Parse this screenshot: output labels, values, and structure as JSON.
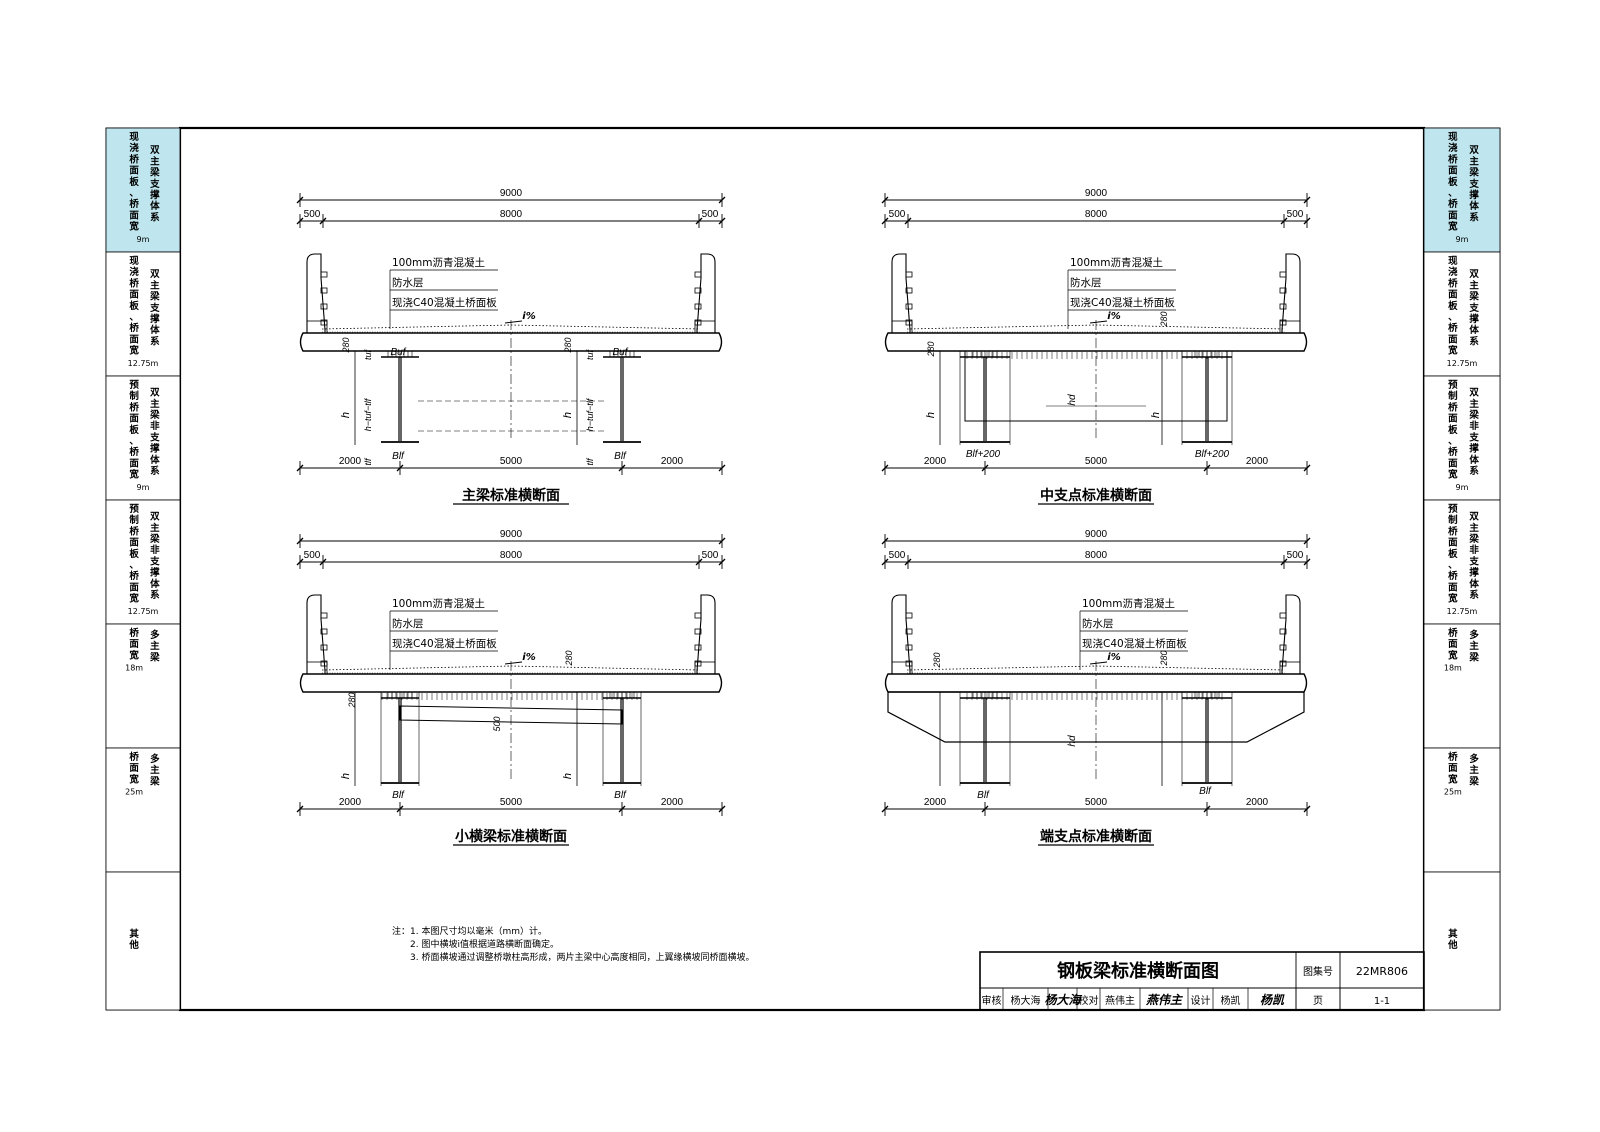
{
  "left_tabs": [
    {
      "main": "现浇桥面板、桥面宽",
      "sub": "双主梁支撑体系",
      "width": "9m",
      "active": true
    },
    {
      "main": "现浇桥面板、桥面宽",
      "sub": "双主梁支撑体系",
      "width": "12.75m",
      "active": false
    },
    {
      "main": "预制桥面板、桥面宽",
      "sub": "双主梁非支撑体系",
      "width": "9m",
      "active": false
    },
    {
      "main": "预制桥面板、桥面宽",
      "sub": "双主梁非支撑体系",
      "width": "12.75m",
      "active": false
    },
    {
      "main": "桥面宽",
      "sub": "多主梁",
      "width": "18m",
      "active": false
    },
    {
      "main": "桥面宽",
      "sub": "多主梁",
      "width": "25m",
      "active": false
    },
    {
      "main": "其他",
      "sub": "",
      "width": "",
      "active": false
    }
  ],
  "sections": [
    {
      "title": "主梁标准横断面",
      "dims_top": {
        "total": "9000",
        "mid": "8000",
        "left": "500",
        "right": "500"
      },
      "dims_bottom": {
        "left": "2000",
        "mid": "5000",
        "right": "2000"
      },
      "layers": [
        "100mm沥青混凝土",
        "防水层",
        "现浇C40混凝土桥面板"
      ],
      "slope": "i%",
      "labels": [
        "280",
        "h",
        "t",
        "uf",
        "h−t",
        "uf",
        "−t",
        "lf",
        "t",
        "lf",
        "B",
        "uf",
        "B",
        "lf",
        "280",
        "h",
        "t",
        "uf",
        "h−t",
        "uf",
        "−t",
        "lf",
        "t",
        "lf",
        "B",
        "uf",
        "B",
        "lf"
      ]
    },
    {
      "title": "中支点标准横断面",
      "dims_top": {
        "total": "9000",
        "mid": "8000",
        "left": "500",
        "right": "500"
      },
      "dims_bottom": {
        "left": "2000",
        "mid": "5000",
        "right": "2000"
      },
      "layers": [
        "100mm沥青混凝土",
        "防水层",
        "现浇C40混凝土桥面板"
      ],
      "slope": "i%",
      "labels": [
        "280",
        "280",
        "h",
        "h",
        "d",
        "h",
        "B",
        "lf",
        "+200",
        "B",
        "lf",
        "+200"
      ]
    },
    {
      "title": "小横梁标准横断面",
      "dims_top": {
        "total": "9000",
        "mid": "8000",
        "left": "500",
        "right": "500"
      },
      "dims_bottom": {
        "left": "2000",
        "mid": "5000",
        "right": "2000"
      },
      "layers": [
        "100mm沥青混凝土",
        "防水层",
        "现浇C40混凝土桥面板"
      ],
      "slope": "i%",
      "labels": [
        "280",
        "280",
        "500",
        "h",
        "h",
        "B",
        "lf",
        "B",
        "lf"
      ]
    },
    {
      "title": "端支点标准横断面",
      "dims_top": {
        "total": "9000",
        "mid": "8000",
        "left": "500",
        "right": "500"
      },
      "dims_bottom": {
        "left": "2000",
        "mid": "5000",
        "right": "2000"
      },
      "layers": [
        "100mm沥青混凝土",
        "防水层",
        "现浇C40混凝土桥面板"
      ],
      "slope": "i%",
      "labels": [
        "280",
        "280",
        "h",
        "d",
        "B",
        "lf",
        "B",
        "lf"
      ]
    }
  ],
  "notes": [
    "注：1. 本图尺寸均以毫米（mm）计。",
    "2. 图中横坡i值根据道路横断面确定。",
    "3. 桥面横坡通过调整桥墩柱高形成，两片主梁中心高度相同，上翼缘横坡同桥面横坡。"
  ],
  "title_block": {
    "drawing_title": "钢板梁标准横断面图",
    "atlas_label": "图集号",
    "atlas_no": "22MR806",
    "review_label": "审核",
    "review_name": "杨大海",
    "review_sig": "杨大海",
    "check_label": "校对",
    "check_name": "燕伟主",
    "check_sig": "燕伟主",
    "design_label": "设计",
    "design_name": "杨凯",
    "design_sig": "杨凯",
    "page_label": "页",
    "page_no": "1-1"
  },
  "colors": {
    "tab_active": "#bfe6ee",
    "line": "#000000",
    "background": "#ffffff"
  }
}
